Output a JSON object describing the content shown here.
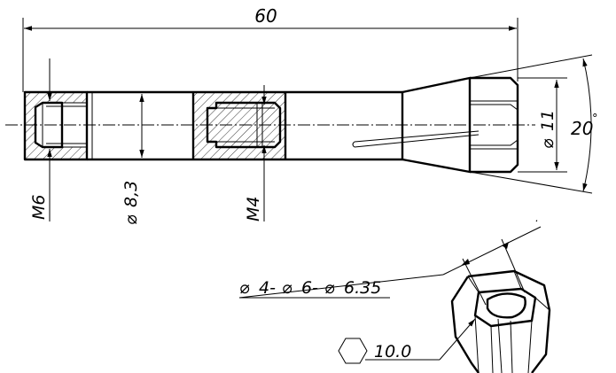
{
  "drawing": {
    "overall_length": "60",
    "thread_left": "M6",
    "shank_diameter": "8,3",
    "thread_internal": "M4",
    "head_diameter": "11",
    "taper_angle": "20",
    "angle_unit": "°",
    "collet_bores": {
      "d1": "4-",
      "d2": "6-",
      "d3": "6.35"
    },
    "hex_size": "10.0",
    "diameter_symbol": "⌀"
  }
}
